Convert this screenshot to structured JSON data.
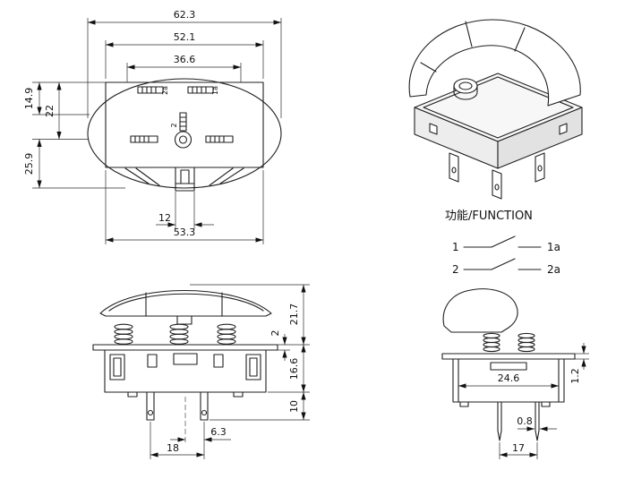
{
  "top_view": {
    "dims": {
      "overall_width": "62.3",
      "frame_width": "52.1",
      "inner_width": "36.6",
      "upper_height": "14.9",
      "mid_height": "22",
      "lower_height": "25.9",
      "tab_width": "12",
      "flange_width": "53.3"
    },
    "labels": {
      "t2a": "2a",
      "t1a": "1a",
      "t2": "2"
    }
  },
  "front_view": {
    "dims": {
      "flange_thickness": "2",
      "total_height": "21.7",
      "body_height": "16.6",
      "pin_length": "10",
      "pin_pitch": "18",
      "pin_offset": "6.3"
    }
  },
  "side_view": {
    "dims": {
      "inner_width": "24.6",
      "rib_height": "1.2",
      "pin_thickness": "0.8",
      "pin_span": "17"
    }
  },
  "function_diagram": {
    "title": "功能/FUNCTION",
    "rows": [
      {
        "left": "1",
        "right": "1a"
      },
      {
        "left": "2",
        "right": "2a"
      }
    ]
  }
}
